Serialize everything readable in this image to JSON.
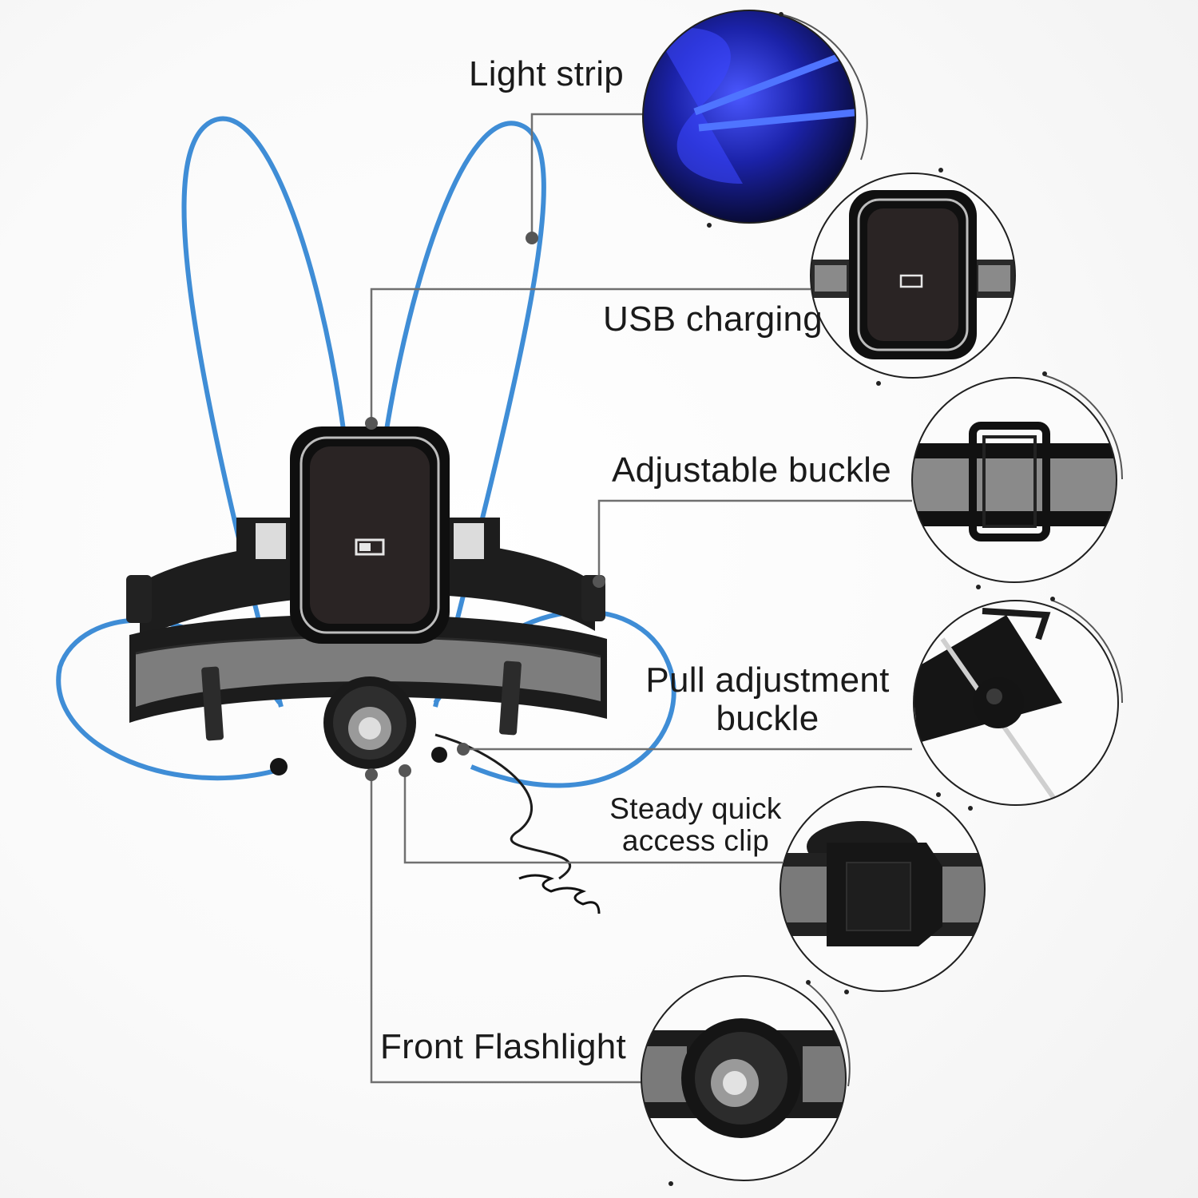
{
  "title": "",
  "colors": {
    "strip_blue": "#3f8dd6",
    "leader_line": "#6d6d6d",
    "device_black": "#161616",
    "reflective_gray": "#7d7d7d"
  },
  "callouts": [
    {
      "id": "light-strip",
      "lines": [
        "Light strip"
      ],
      "icon": "light-strip-closeup-icon"
    },
    {
      "id": "usb-charging",
      "lines": [
        "USB charging"
      ],
      "icon": "usb-charging-pack-icon"
    },
    {
      "id": "adjustable-buckle",
      "lines": [
        "Adjustable buckle"
      ],
      "icon": "slide-buckle-icon"
    },
    {
      "id": "pull-adjustment-buckle",
      "lines": [
        "Pull adjustment",
        "buckle"
      ],
      "icon": "cord-lock-icon"
    },
    {
      "id": "steady-quick-access-clip",
      "lines": [
        "Steady quick",
        "access clip"
      ],
      "icon": "side-release-clip-icon"
    },
    {
      "id": "front-flashlight",
      "lines": [
        "Front Flashlight"
      ],
      "icon": "front-flashlight-icon"
    }
  ]
}
